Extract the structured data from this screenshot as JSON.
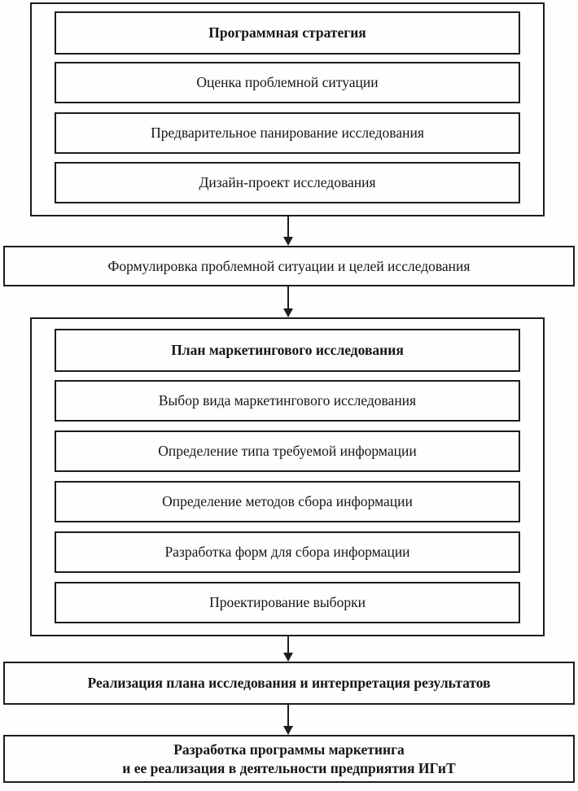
{
  "page": {
    "background": "#fefefe",
    "border_color": "#1c1c1c",
    "text_color": "#161616"
  },
  "flowchart": {
    "stage1": {
      "title": "Программная стратегия",
      "steps": [
        "Оценка проблемной ситуации",
        "Предварительное панирование исследования",
        "Дизайн-проект исследования"
      ]
    },
    "formulation": "Формулировка проблемной ситуации и целей исследования",
    "stage2": {
      "title": "План маркетингового исследования",
      "steps": [
        "Выбор вида маркетингового исследования",
        "Определение типа требуемой информации",
        "Определение методов сбора информации",
        "Разработка форм для сбора информации",
        "Проектирование выборки"
      ]
    },
    "realization": "Реализация плана исследования и интерпретация результатов",
    "final": {
      "line1": "Разработка программы маркетинга",
      "line2": "и ее реализация в деятельности предприятия ИГиТ"
    }
  }
}
